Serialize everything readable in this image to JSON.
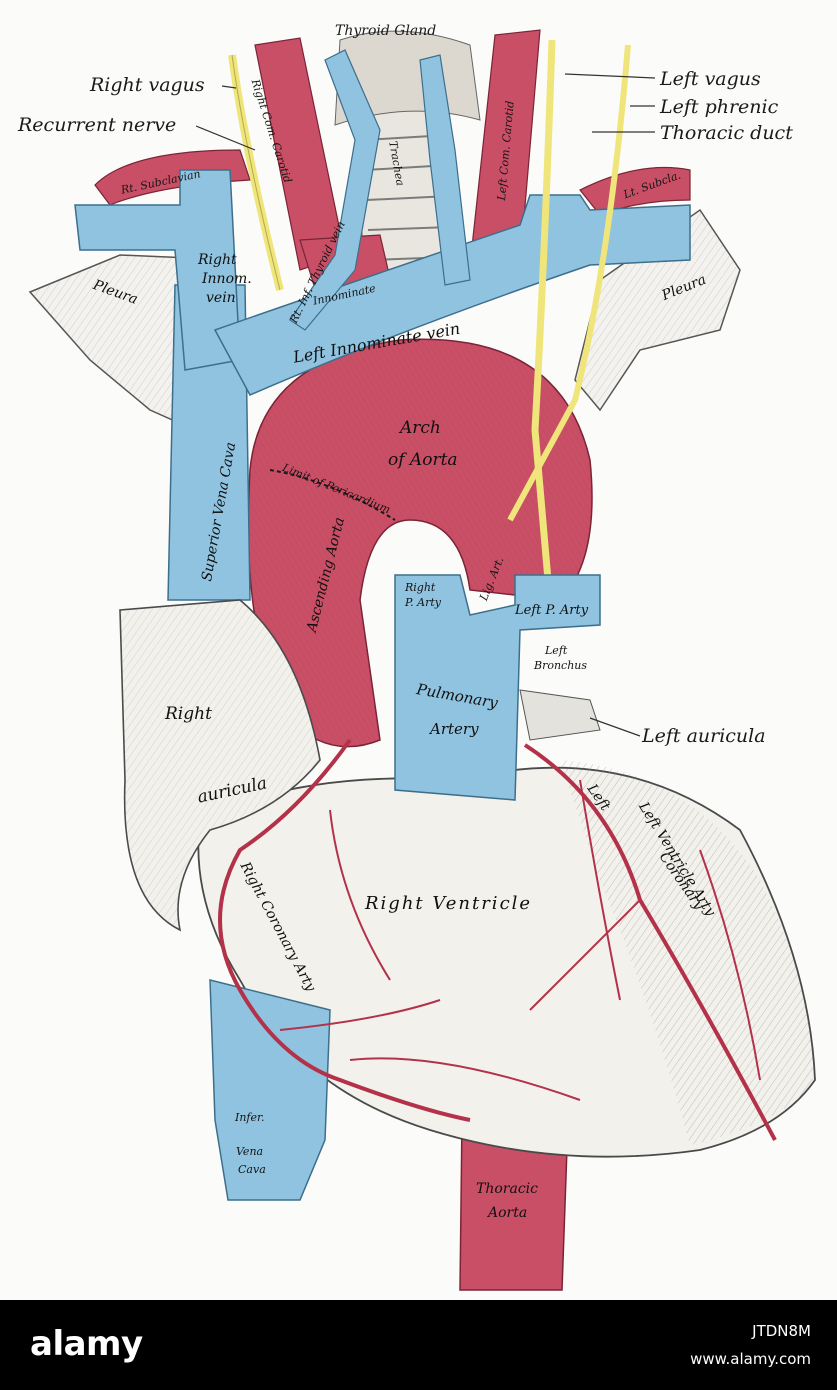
{
  "labels": {
    "thyroid_gland": "Thyroid Gland",
    "right_vagus": "Right vagus",
    "recurrent_nerve": "Recurrent nerve",
    "left_vagus": "Left vagus",
    "left_phrenic": "Left phrenic",
    "thoracic_duct": "Thoracic duct",
    "left_auricula": "Left auricula",
    "right_com_carotid": "Right Com. Carotid",
    "left_com_carotid": "Left Com. Carotid",
    "rt_subclavian": "Rt. Subclavian",
    "lt_subcla": "Lt. Subcla.",
    "trachea": "Trachea",
    "right_innom_vein_1": "Right",
    "right_innom_vein_2": "Innom.",
    "right_innom_vein_3": "vein",
    "rt_inf_thyroid_vein": "Rt. Inf. Thyroid vein",
    "innominate": "Innominate",
    "left_innominate_vein": "Left Innominate vein",
    "pleura_left_side": "Pleura",
    "pleura_right_side": "Pleura",
    "arch_of_aorta_1": "Arch",
    "arch_of_aorta_2": "of Aorta",
    "limit_of_pericardium": "Limit of Pericardium",
    "superior_vena_cava": "Superior Vena Cava",
    "ascending_aorta": "Ascending Aorta",
    "right_p_arty_1": "Right",
    "right_p_arty_2": "P. Arty",
    "lig_art": "Lig. Art.",
    "left_p_arty": "Left P. Arty",
    "left_bronchus_1": "Left",
    "left_bronchus_2": "Bronchus",
    "pulmonary_artery_1": "Pulmonary",
    "pulmonary_artery_2": "Artery",
    "right_auricula_1": "Right",
    "right_auricula_2": "auricula",
    "right_ventricle": "Right Ventricle",
    "left_coronary_1": "Left",
    "left_coronary_2": "Coronary",
    "left_ventricle": "Left Ventricle Arty",
    "right_coronary_arty": "Right Coronary Arty",
    "infer_vena_cava_1": "Infer.",
    "infer_vena_cava_2": "Vena",
    "infer_vena_cava_3": "Cava",
    "thoracic_aorta_1": "Thoracic",
    "thoracic_aorta_2": "Aorta"
  },
  "watermark": {
    "brand": "alamy",
    "image_id": "JTDN8M",
    "site": "www.alamy.com"
  },
  "colors": {
    "artery": "#c94f66",
    "vein": "#8fc3e0",
    "nerve": "#efe57a",
    "heart": "#f3f1ec",
    "background": "#fbfbf9"
  }
}
